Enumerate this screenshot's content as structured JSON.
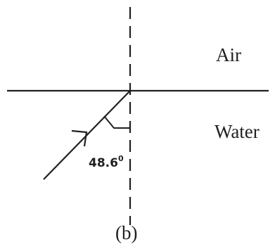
{
  "labels": {
    "medium_top": "Air",
    "medium_bottom": "Water",
    "angle_value": "48.6",
    "angle_unit": "0",
    "caption": "(b)"
  },
  "colors": {
    "ink": "#231f20",
    "background": "#ffffff"
  },
  "angle_of_incidence_deg": 48.6
}
